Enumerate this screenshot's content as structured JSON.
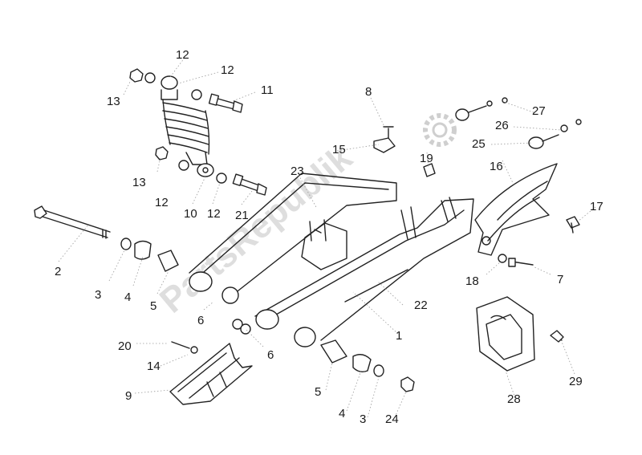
{
  "watermark": "PartsRepublik",
  "callouts": [
    "12",
    "12",
    "11",
    "13",
    "8",
    "27",
    "26",
    "25",
    "15",
    "19",
    "16",
    "13",
    "12",
    "10",
    "12",
    "21",
    "23",
    "17",
    "2",
    "3",
    "4",
    "5",
    "18",
    "7",
    "22",
    "6",
    "1",
    "20",
    "6",
    "14",
    "9",
    "5",
    "4",
    "3",
    "24",
    "28",
    "29"
  ]
}
